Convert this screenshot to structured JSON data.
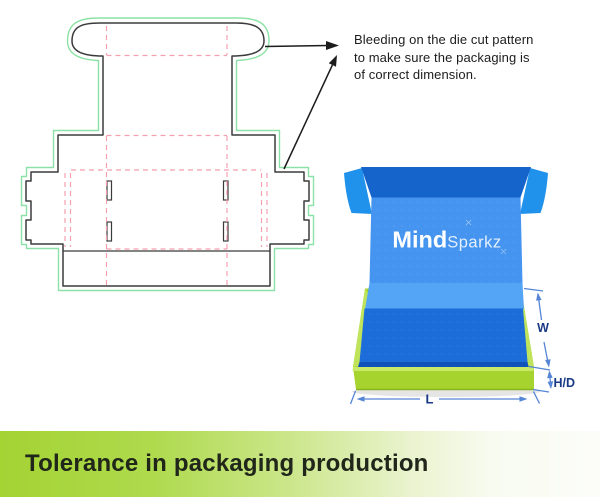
{
  "annotation": {
    "line1": "Bleeding on the die cut pattern",
    "line2": "to make sure the packaging is",
    "line3": "of correct dimension."
  },
  "caption": {
    "title": "Tolerance in packaging production",
    "bar_gradient_start": "#a4d334",
    "bar_gradient_end": "#fcfdf9",
    "text_color": "#20261a"
  },
  "box": {
    "logo": {
      "part1": "Mind",
      "part2": "Sparkz",
      "color": "#ffffff"
    },
    "dimension_labels": {
      "width": "W",
      "height_depth": "H/D",
      "length": "L"
    },
    "colors": {
      "lid_top": "#1564cb",
      "lid_ear_flaps": "#2192eb",
      "lid_inner_panel": "#4594f0",
      "lid_inner_flap": "#54a5f5",
      "interior_floor": "#1c6cd9",
      "interior_front_wall": "#0e52ba",
      "tray_green": "#a6d32d",
      "tray_rim_green": "#bfe45c",
      "dimension_line": "#5585d6",
      "dimension_label": "#1a3a85"
    }
  },
  "die_pattern": {
    "bleed_line_color": "#8ce2a6",
    "cut_line_color": "#3b3b3b",
    "fold_line_color": "#f59fb0",
    "arrow_color": "#1c1c1c"
  }
}
